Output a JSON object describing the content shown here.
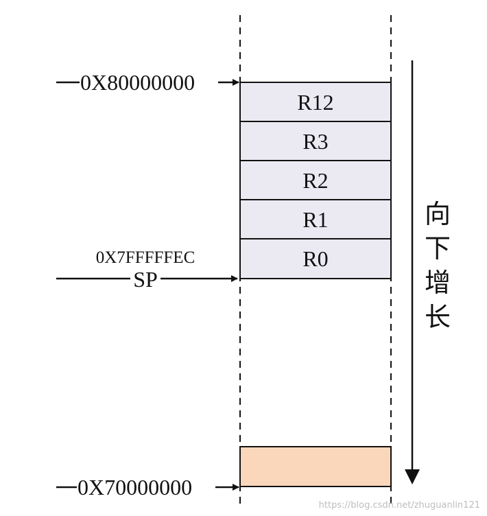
{
  "diagram": {
    "top_address": "0X80000000",
    "bottom_address": "0X70000000",
    "sp_address": "0X7FFFFFEC",
    "sp_label": "SP",
    "registers": [
      "R12",
      "R3",
      "R2",
      "R1",
      "R0"
    ],
    "growth_label": [
      "向",
      "下",
      "增",
      "长"
    ],
    "colors": {
      "register_fill": "#ebe9f2",
      "bottom_fill": "#fad7bb",
      "stroke": "#111111"
    }
  },
  "watermark": "https://blog.csdn.net/zhuguanlin121"
}
